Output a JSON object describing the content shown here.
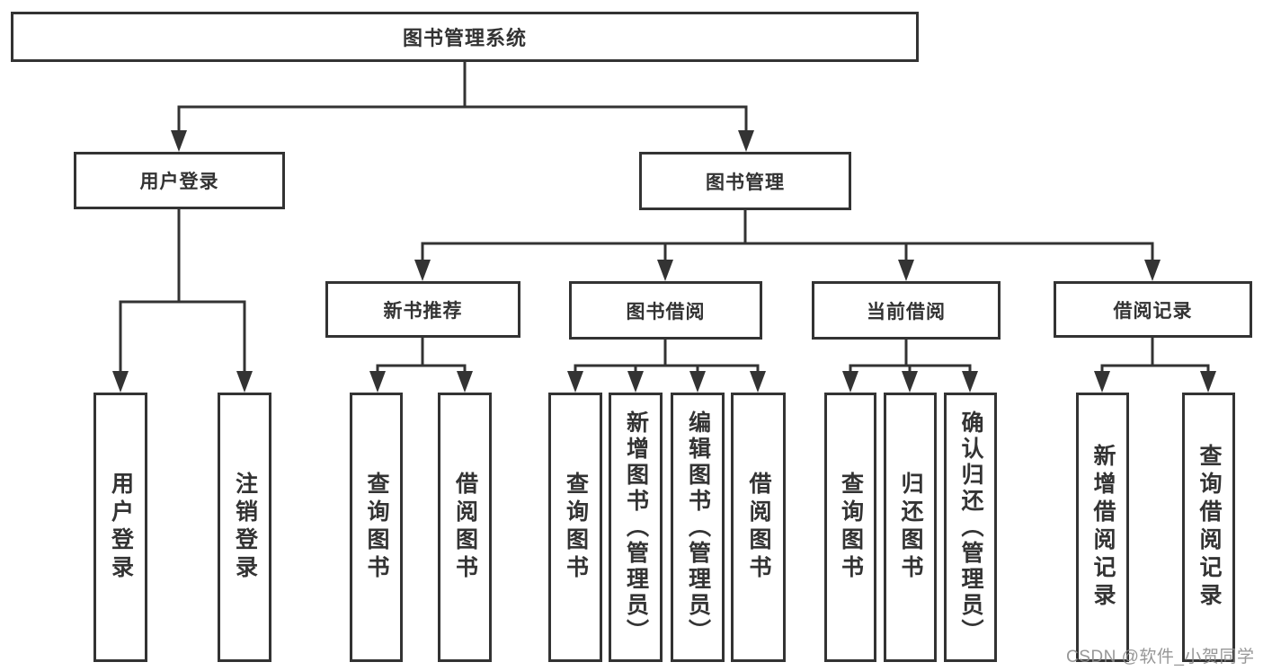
{
  "diagram_title": "图书管理系统",
  "watermark": "CSDN @软件_小贺同学",
  "colors": {
    "line": "#333333",
    "text": "#333333",
    "box_fill": "#ffffff",
    "background": "#ffffff",
    "watermark": "#8c8c8c"
  },
  "tree": {
    "label": "图书管理系统",
    "children": [
      {
        "label": "用户登录",
        "children": [
          {
            "label": "用户登录"
          },
          {
            "label": "注销登录"
          }
        ]
      },
      {
        "label": "图书管理",
        "children": [
          {
            "label": "新书推荐",
            "children": [
              {
                "label": "查询图书"
              },
              {
                "label": "借阅图书"
              }
            ]
          },
          {
            "label": "图书借阅",
            "children": [
              {
                "label": "查询图书"
              },
              {
                "label": "新增图书（管理员）"
              },
              {
                "label": "编辑图书（管理员）"
              },
              {
                "label": "借阅图书"
              }
            ]
          },
          {
            "label": "当前借阅",
            "children": [
              {
                "label": "查询图书"
              },
              {
                "label": "归还图书"
              },
              {
                "label": "确认归还（管理员）"
              }
            ]
          },
          {
            "label": "借阅记录",
            "children": [
              {
                "label": "新增借阅记录"
              },
              {
                "label": "查询借阅记录"
              }
            ]
          }
        ]
      }
    ]
  }
}
